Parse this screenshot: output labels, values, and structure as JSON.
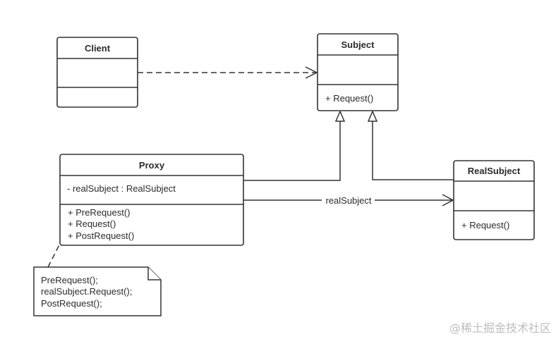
{
  "classes": {
    "client": {
      "name": "Client"
    },
    "subject": {
      "name": "Subject",
      "methods": [
        "+ Request()"
      ]
    },
    "proxy": {
      "name": "Proxy",
      "attributes": [
        "- realSubject : RealSubject"
      ],
      "methods": [
        "+ PreRequest()",
        "+ Request()",
        "+ PostRequest()"
      ]
    },
    "real_subject": {
      "name": "RealSubject",
      "methods": [
        "+ Request()"
      ]
    }
  },
  "association": {
    "label": "realSubject"
  },
  "note": {
    "lines": [
      "PreRequest();",
      "realSubject.Request();",
      "PostRequest();"
    ]
  },
  "watermark": "@稀土掘金技术社区",
  "colors": {
    "stroke": "#333333",
    "background": "#ffffff",
    "watermark": "#bdbdbd"
  }
}
